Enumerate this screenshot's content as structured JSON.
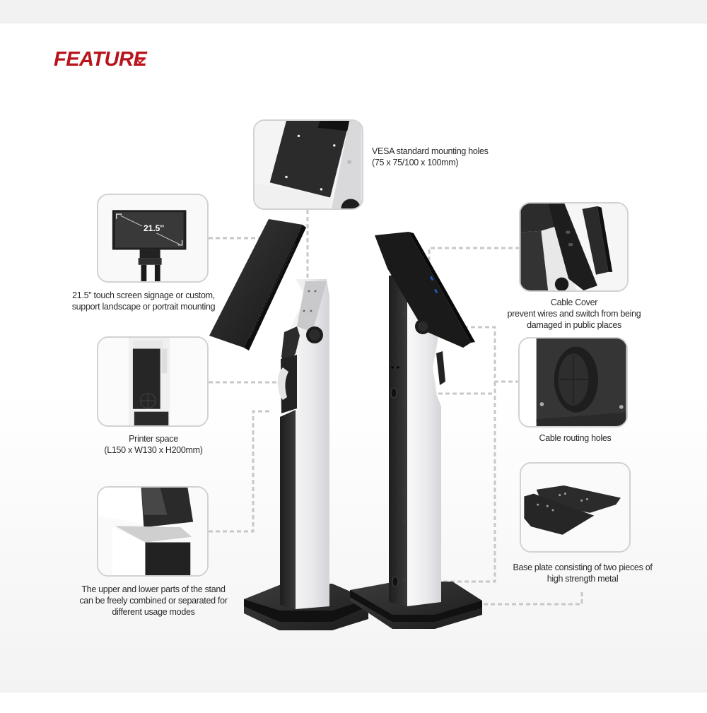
{
  "page": {
    "section_title": "FEATURE",
    "section_chevron": "chevron-down-icon",
    "accent_color": "#b8141b",
    "panel_border_color": "#d2d2d2",
    "connector_color": "#c8c8c8"
  },
  "callouts": {
    "vesa": {
      "lines": [
        "VESA standard mounting holes",
        "(75 x 75/100 x 100mm)"
      ]
    },
    "screen": {
      "badge": "21.5''",
      "lines": [
        "21.5\" touch screen signage or custom,",
        "support landscape or portrait mounting"
      ]
    },
    "printer": {
      "lines": [
        "Printer space",
        "(L150 x W130 x H200mm)"
      ]
    },
    "modular": {
      "lines": [
        "The upper and lower parts of the stand",
        "can be freely combined or separated for",
        "different usage modes"
      ]
    },
    "cable_cover": {
      "lines": [
        "Cable Cover",
        "prevent wires and switch from being",
        "damaged in public places"
      ]
    },
    "cable_holes": {
      "lines": [
        "Cable routing holes"
      ]
    },
    "base_plate": {
      "lines": [
        "Base plate consisting of two pieces of",
        "high strength metal"
      ]
    }
  }
}
